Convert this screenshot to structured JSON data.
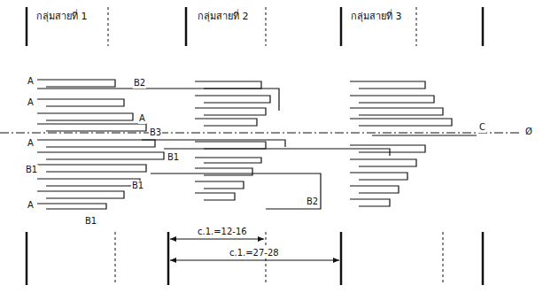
{
  "diagram": {
    "labels": [
      "กลุ่มสายที่ 1",
      "กลุ่มสายที่ 2",
      "กลุ่มสายที่ 3",
      "A",
      "B2",
      "A",
      "A",
      "A",
      "B3",
      "B1",
      "C",
      "Ø",
      "B1",
      "B1",
      "B2",
      "A",
      "B1",
      "c.1.=12-16",
      "c.1.=27-28"
    ]
  }
}
